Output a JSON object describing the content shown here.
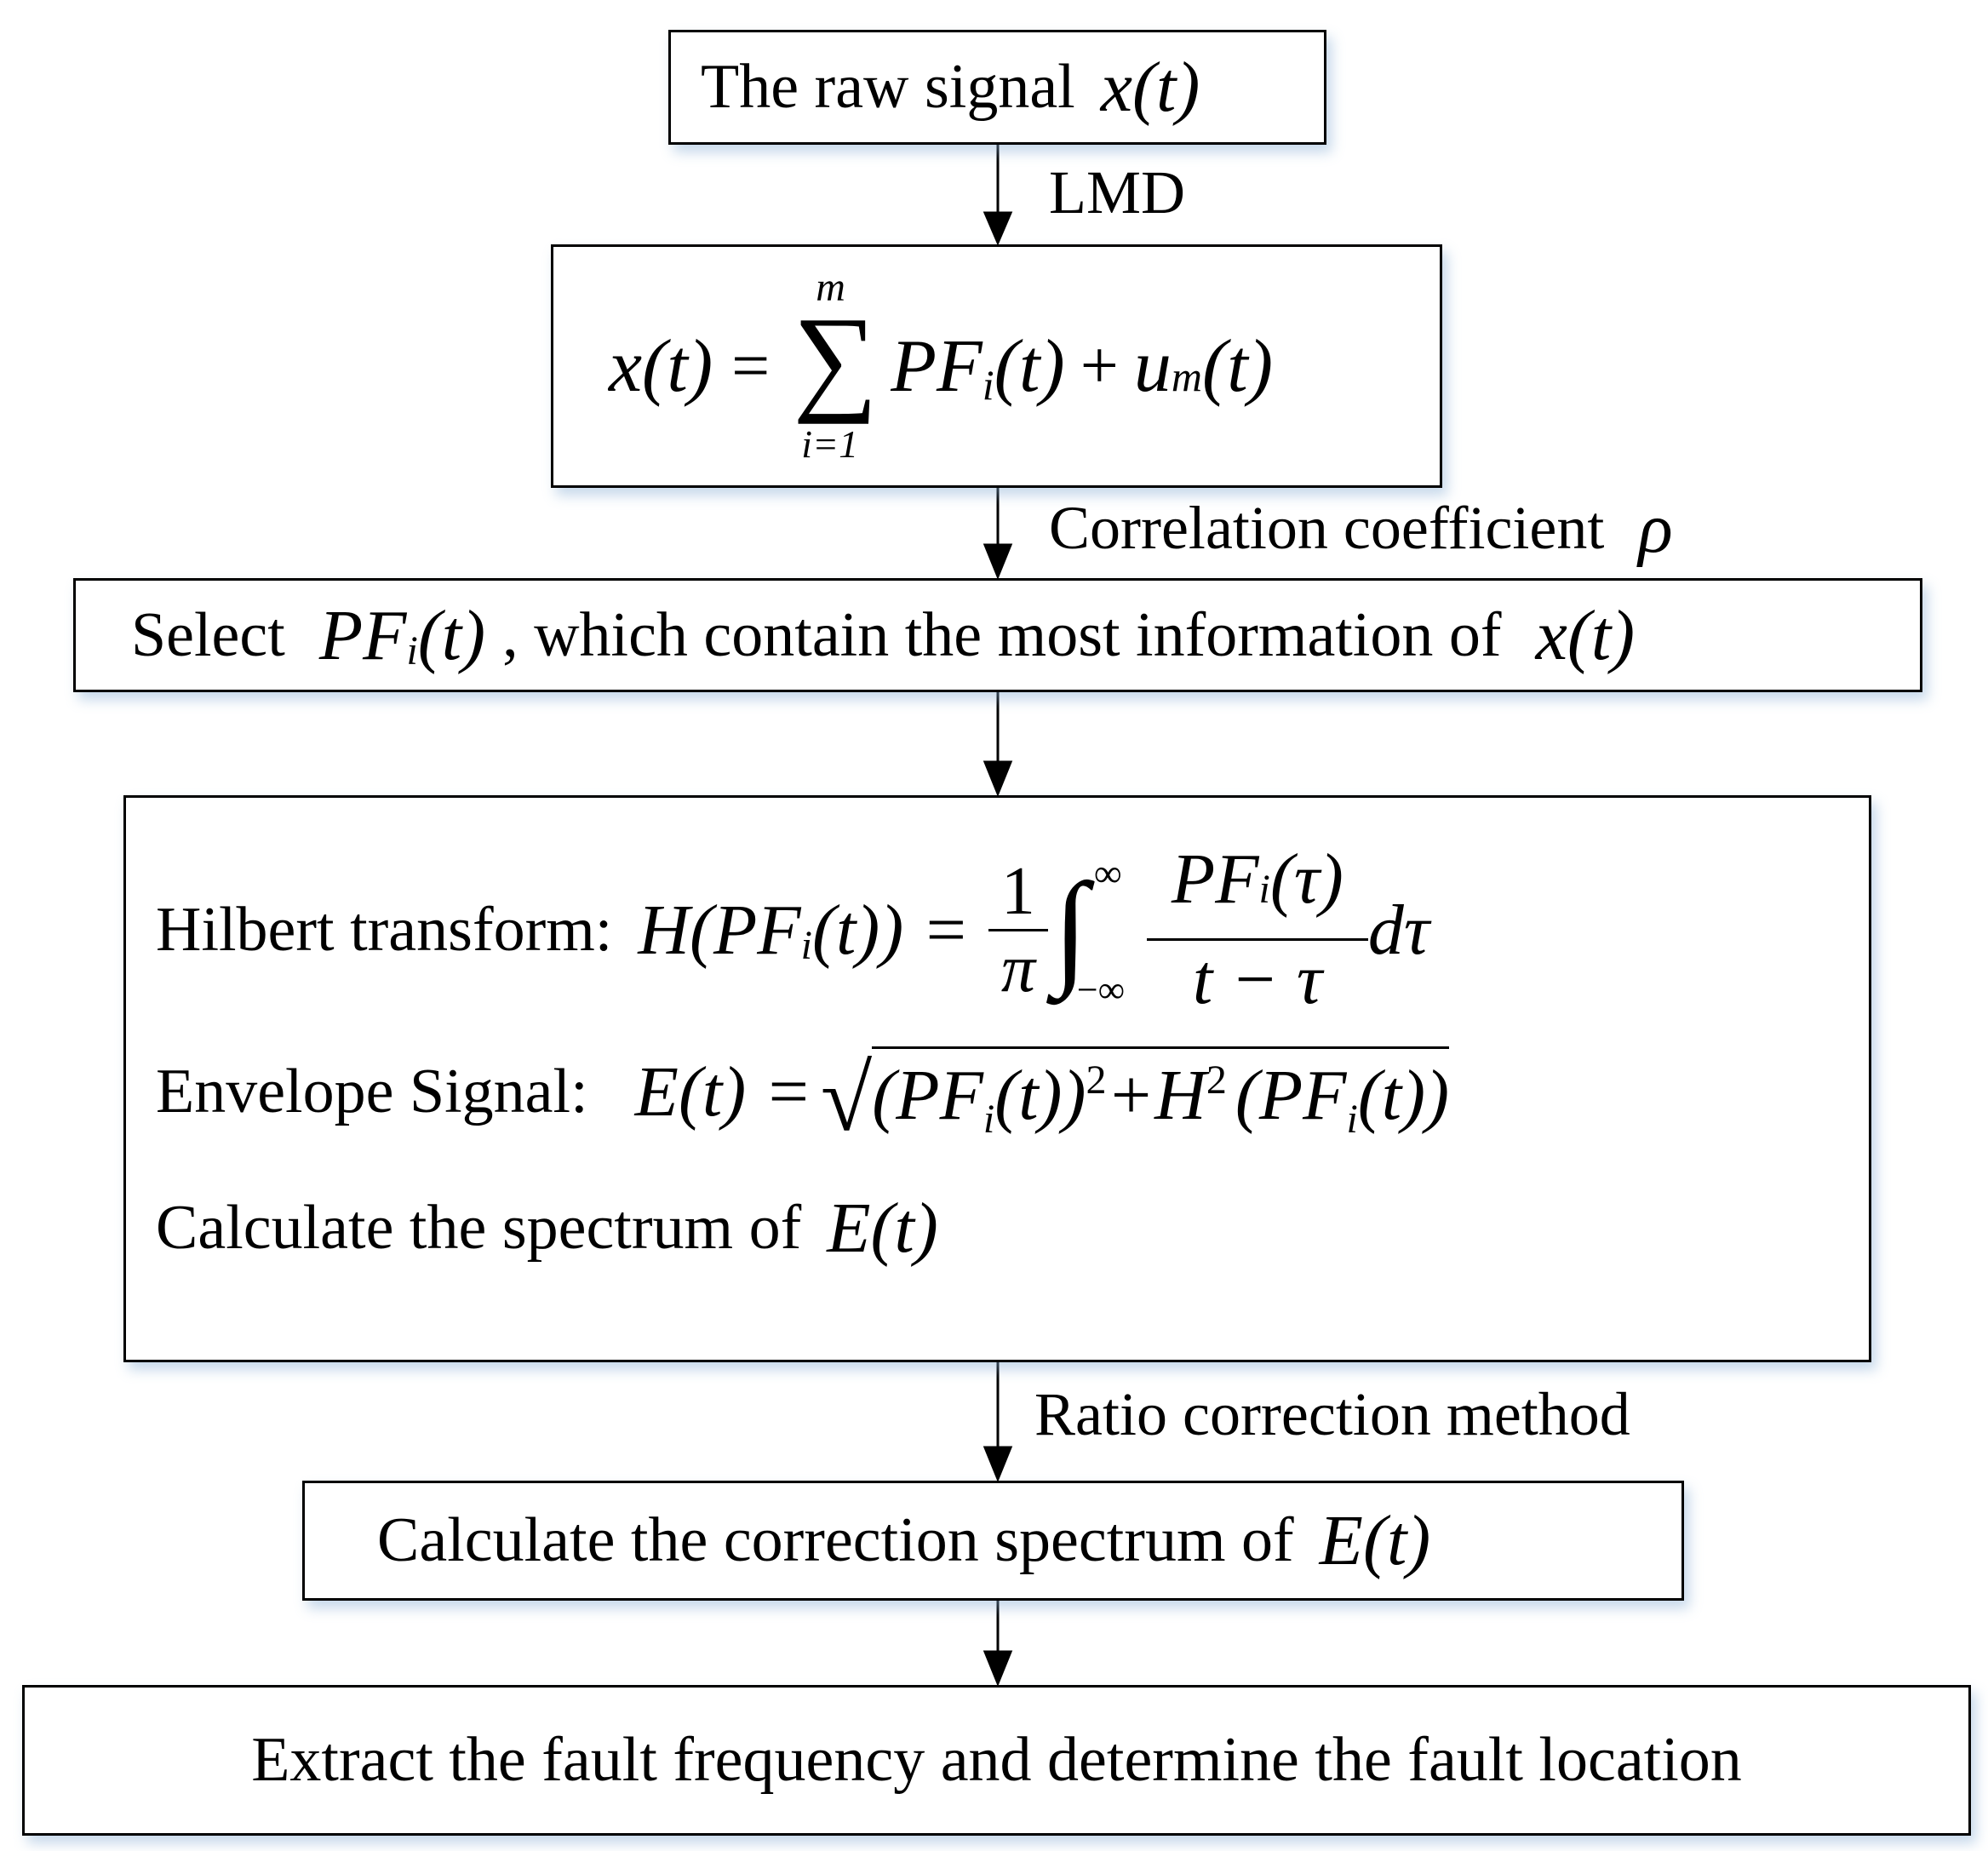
{
  "nodes": {
    "raw": {
      "text": "The raw signal",
      "math": "x(t)"
    },
    "decomp": {
      "lhs": "x(t)",
      "eq": "=",
      "sum_sup": "m",
      "sum": "∑",
      "sum_sub": "i=1",
      "pf": "PF",
      "pf_sub": "i",
      "pf_arg": "(t)",
      "plus": "+",
      "u": "u",
      "u_sub": "m",
      "u_arg": "(t)"
    },
    "select": {
      "pre": "Select",
      "pf": "PF",
      "pf_sub": "i",
      "pf_arg": "(t)",
      "post": ", which contain the most information of",
      "x": "x(t)"
    },
    "process": {
      "hilbert_label": "Hilbert transform:",
      "hilbert_lhs": "H(PF",
      "hilbert_sub": "i",
      "hilbert_lhs_end": "(t)) =",
      "frac1_num": "1",
      "frac1_den": "π",
      "int_sign": "∫",
      "int_up": "∞",
      "int_low": "−∞",
      "frac2_num": "PF",
      "frac2_num_sub": "i",
      "frac2_num_end": "(τ)",
      "frac2_den": "t − τ",
      "dtau": "dτ",
      "envelope_label": "Envelope Signal:",
      "env_lhs": "E(t) =",
      "env_inner_a": "(PF",
      "env_inner_a_sub": "i",
      "env_inner_a_end": "(t))",
      "env_sq": "2",
      "env_plus": "+H",
      "env_sq2": "2",
      "env_inner_b": "(PF",
      "env_inner_b_sub": "i",
      "env_inner_b_end": "(t))",
      "spectrum_label": "Calculate the spectrum of",
      "spectrum_math": "E(t)"
    },
    "correction": {
      "text": "Calculate the correction spectrum of",
      "math": "E(t)"
    },
    "extract": {
      "text": "Extract the fault frequency and determine the fault location"
    }
  },
  "edges": {
    "e1": "LMD",
    "e2_text": "Correlation coefficient",
    "e2_symbol": "ρ",
    "e5": "Ratio correction method"
  }
}
